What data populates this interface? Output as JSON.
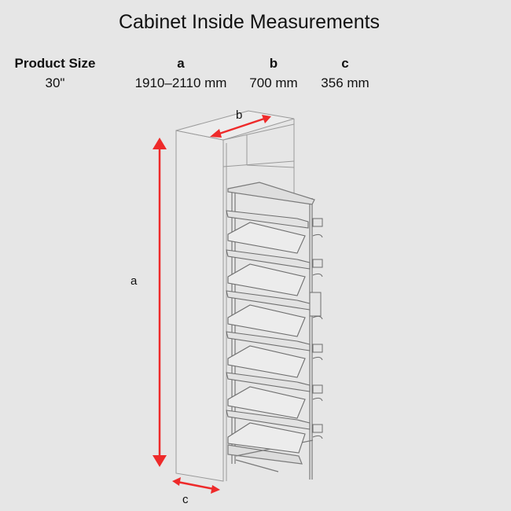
{
  "title": "Cabinet Inside Measurements",
  "specs": {
    "columns": [
      {
        "header": "Product Size",
        "value": "30\""
      },
      {
        "header": "a",
        "value": "1910–2110 mm"
      },
      {
        "header": "b",
        "value": "700 mm"
      },
      {
        "header": "c",
        "value": "356 mm"
      }
    ]
  },
  "dimension_labels": {
    "a": "a",
    "b": "b",
    "c": "c"
  },
  "colors": {
    "background": "#e6e6e6",
    "arrow": "#ee2a2a",
    "line": "#8a8a8a"
  }
}
